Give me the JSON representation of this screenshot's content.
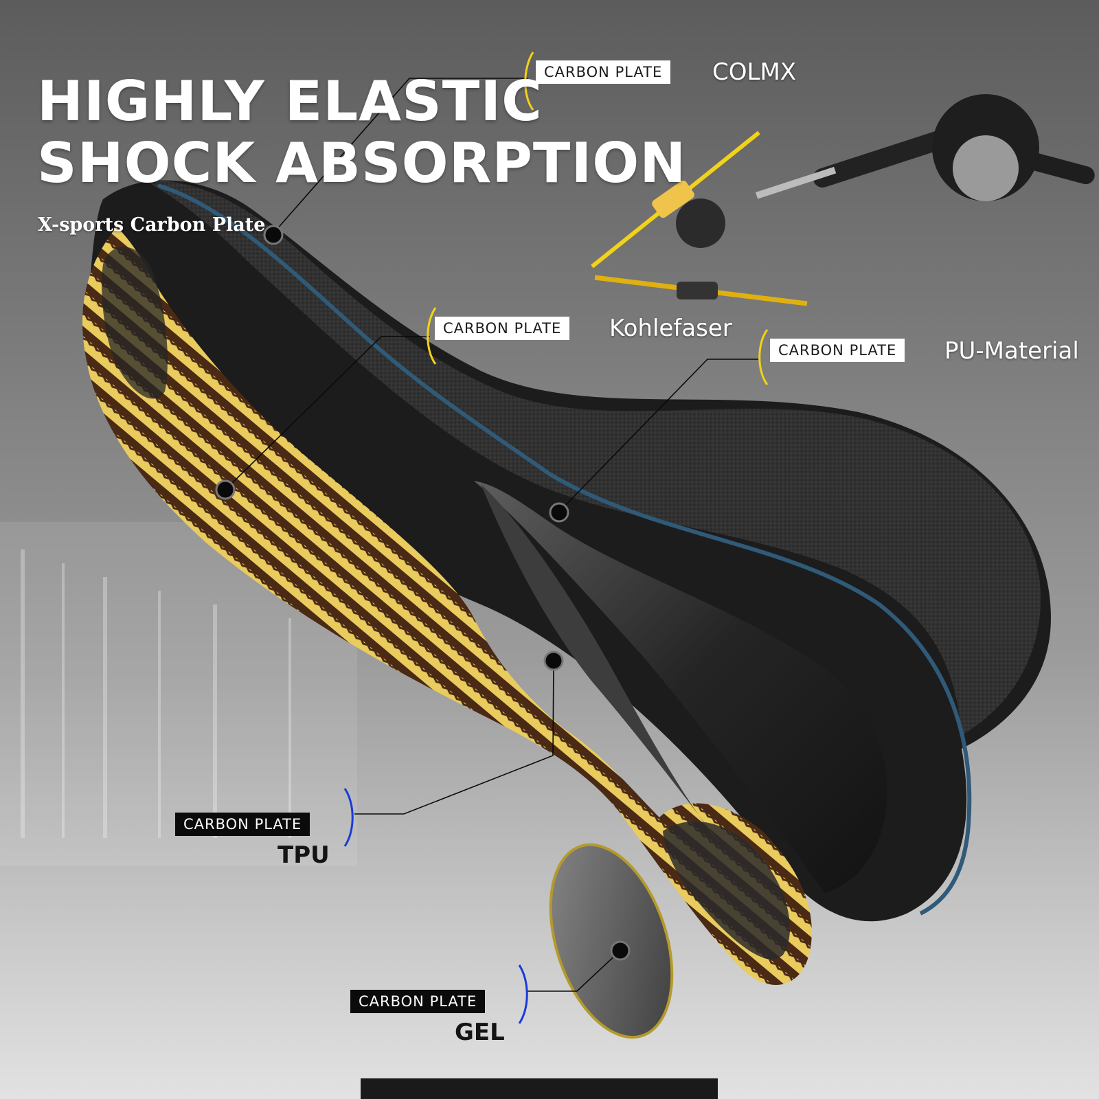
{
  "headline": {
    "line1": "HIGHLY ELASTIC",
    "line2": "SHOCK ABSORPTION"
  },
  "subtitle": "X-sports Carbon Plate",
  "callouts": [
    {
      "tag": "CARBON PLATE",
      "material": "COLMX"
    },
    {
      "tag": "CARBON PLATE",
      "material": "Kohlefaser"
    },
    {
      "tag": "CARBON PLATE",
      "material": "PU-Material"
    },
    {
      "tag": "CARBON PLATE",
      "material": "TPU"
    },
    {
      "tag": "CARBON PLATE",
      "material": "GEL"
    }
  ],
  "colors": {
    "carbon_gold": "#e8c95a",
    "carbon_brown": "#4a2a14",
    "insole_black": "#1c1c1c",
    "knit_gray": "#3a3a3a",
    "edge_blue": "#2f5a78",
    "accent_yellow": "#f2d21a",
    "accent_blue": "#1a3ad8"
  }
}
